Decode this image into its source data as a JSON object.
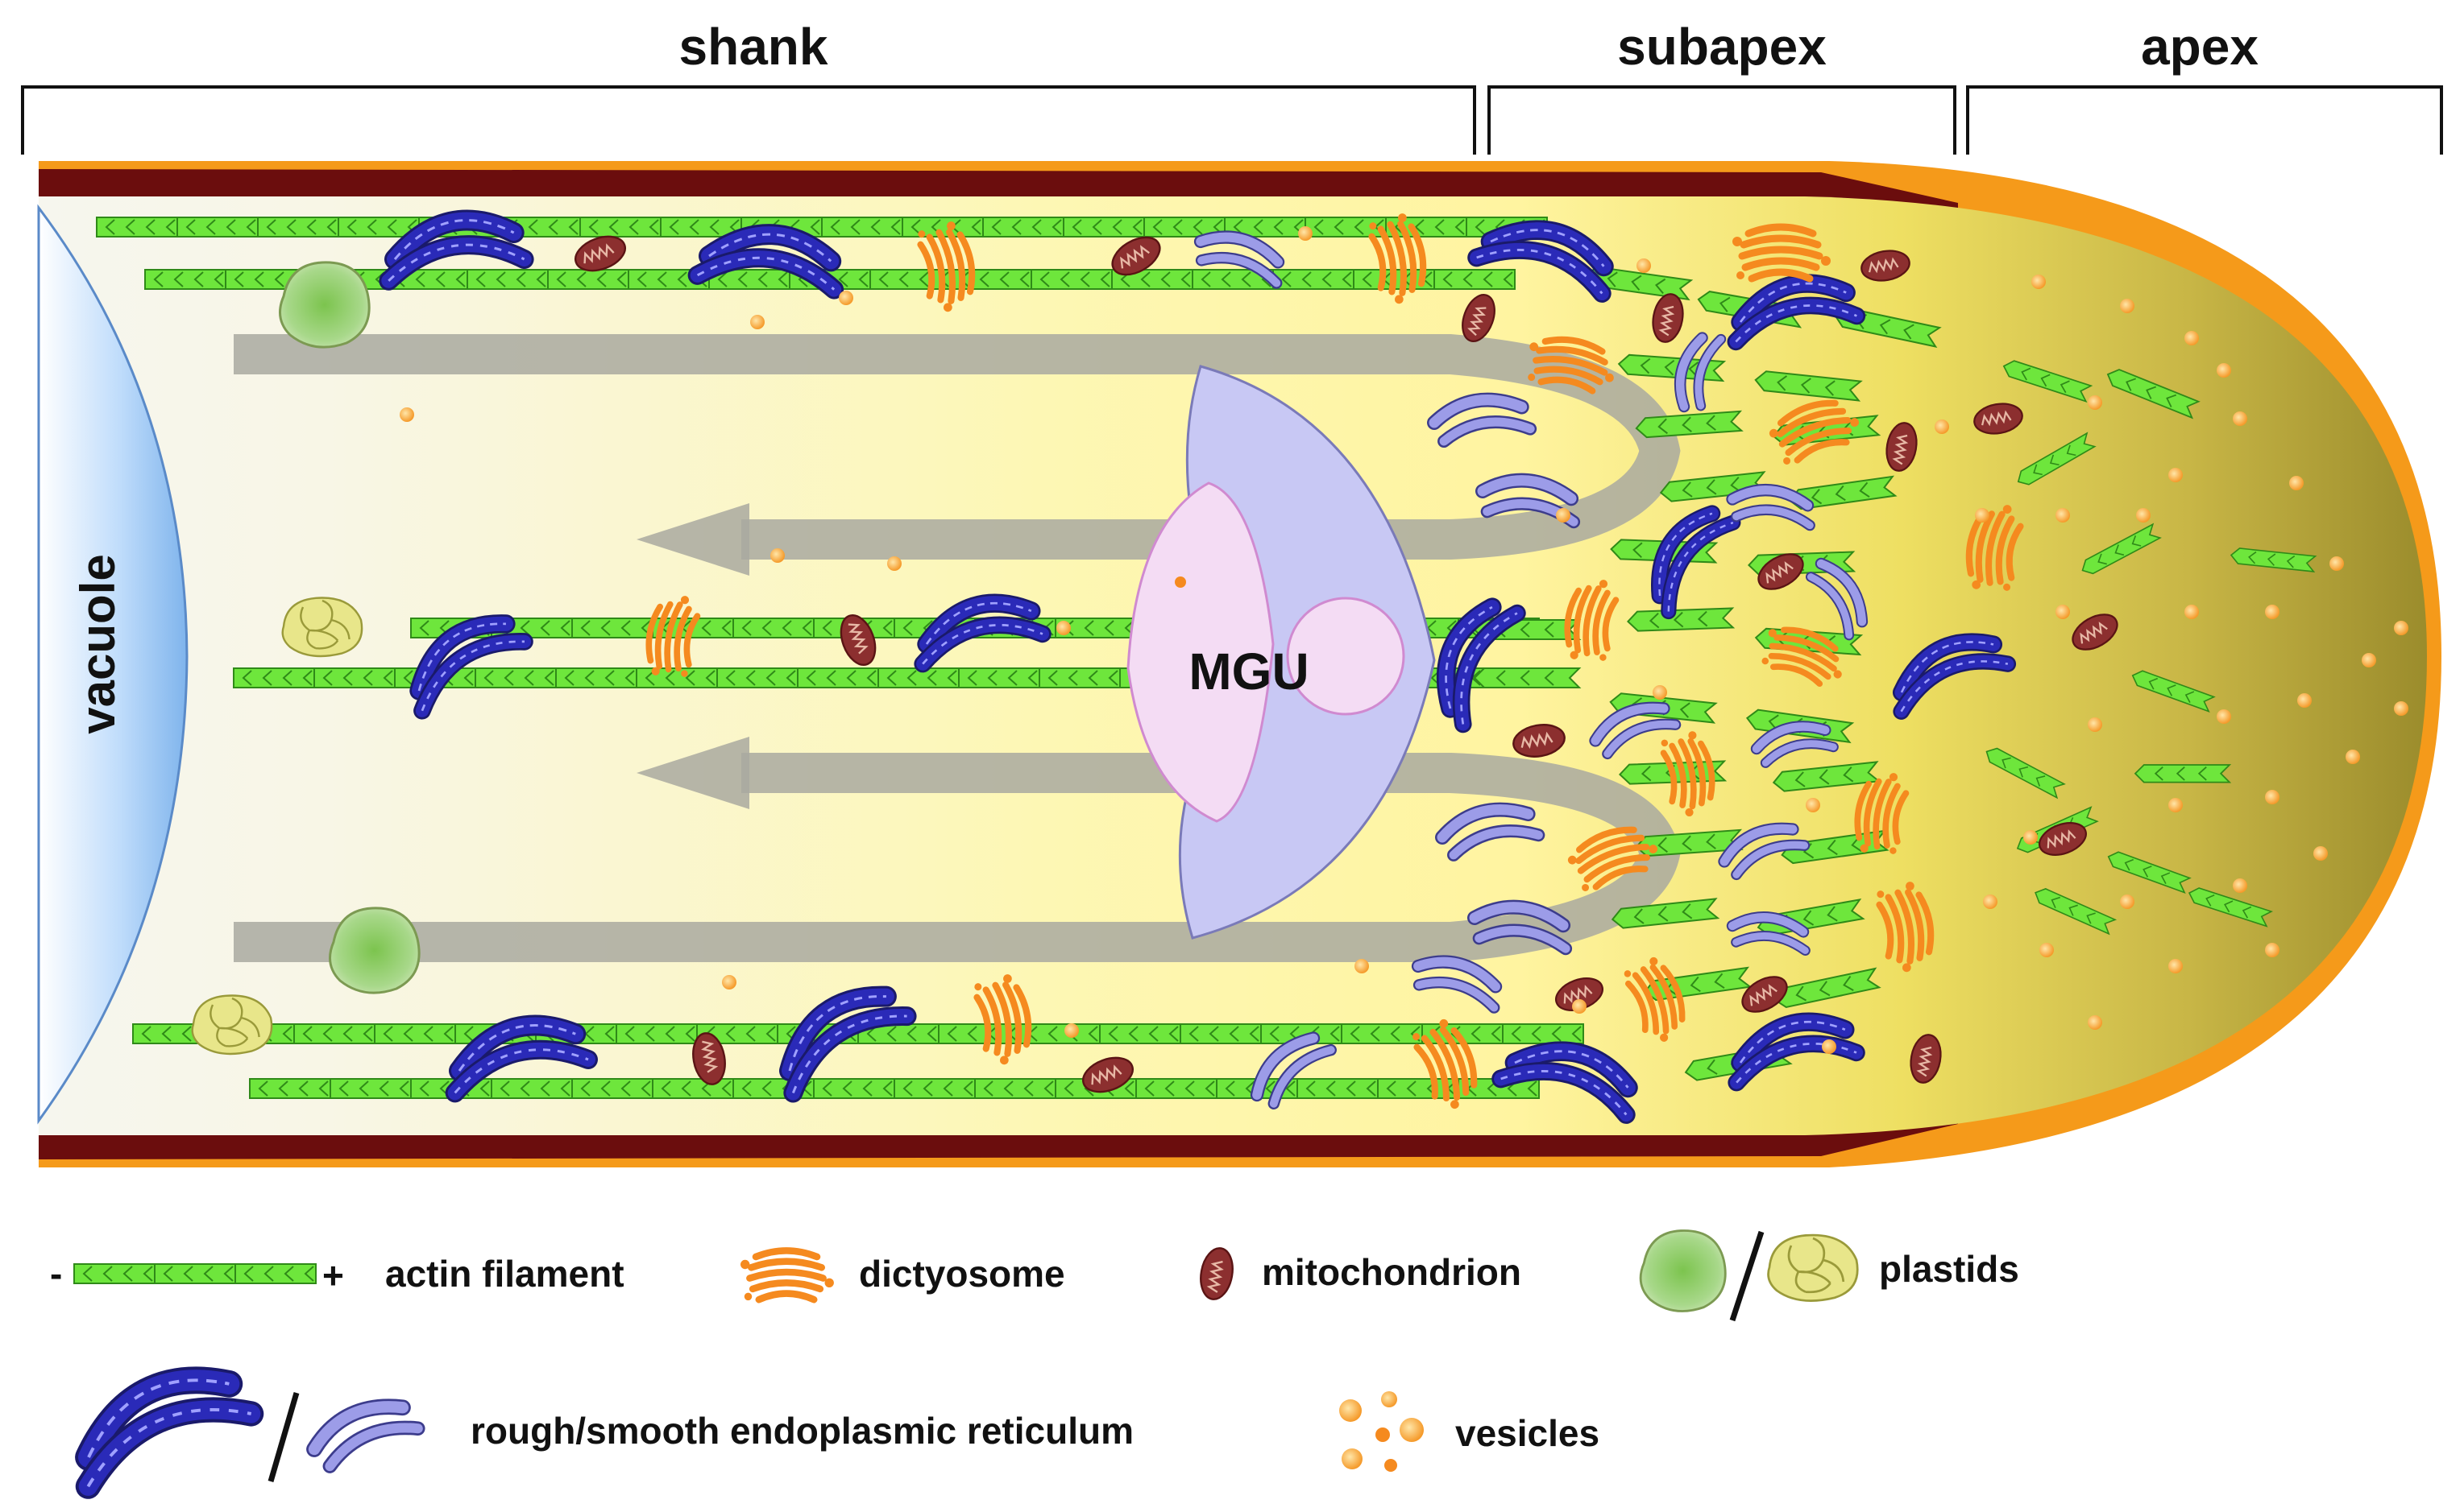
{
  "regions": {
    "shank": "shank",
    "subapex": "subapex",
    "apex": "apex"
  },
  "cell": {
    "vacuole_label": "vacuole",
    "mgu_label": "MGU"
  },
  "legend": {
    "actin_minus": "-",
    "actin_plus": "+",
    "actin": "actin filament",
    "dictyosome": "dictyosome",
    "mitochondrion": "mitochondrion",
    "plastids": "plastids",
    "er": "rough/smooth endoplasmic reticulum",
    "vesicles": "vesicles"
  },
  "colors": {
    "actin": "#6ee63c",
    "actin_stroke": "#2f8a18",
    "rough_er": "#2a2ab8",
    "smooth_er": "#9c9ce8",
    "dictyosome": "#f58a1f",
    "mitochondrion": "#8c2f2f",
    "plastid_green": "#a6d67a",
    "plastid_yellow": "#e8e68a",
    "vesicle": "#f5a63a",
    "cell_wall_outer": "#f59a1a",
    "cell_wall_inner": "#6b0d0d",
    "vacuole": "#8ec0f0",
    "mgu_nucleus": "#c8c8f4",
    "mgu_cell": "#f4dcf4",
    "flow_arrow": "#a9a9a0"
  }
}
